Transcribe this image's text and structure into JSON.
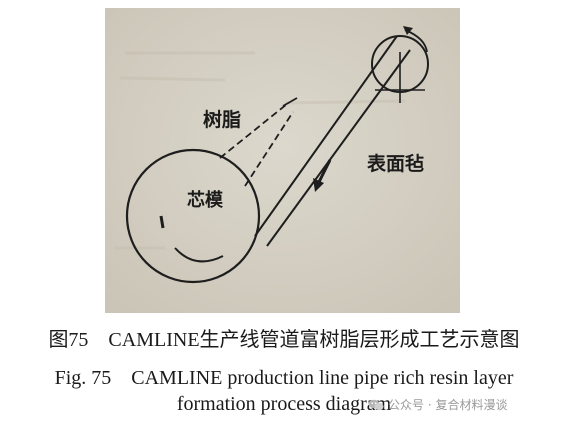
{
  "figure": {
    "labels": {
      "resin": "树脂",
      "mandrel": "芯模",
      "surface_felt": "表面毡"
    }
  },
  "caption": {
    "chinese": "图75　CAMLINE生产线管道富树脂层形成工艺示意图",
    "english_line1": "Fig. 75　CAMLINE production line pipe rich resin layer",
    "english_line2": "formation process diagram"
  },
  "watermark": {
    "icon": "wechat-icon",
    "text": "公众号 · 复合材料漫谈"
  }
}
